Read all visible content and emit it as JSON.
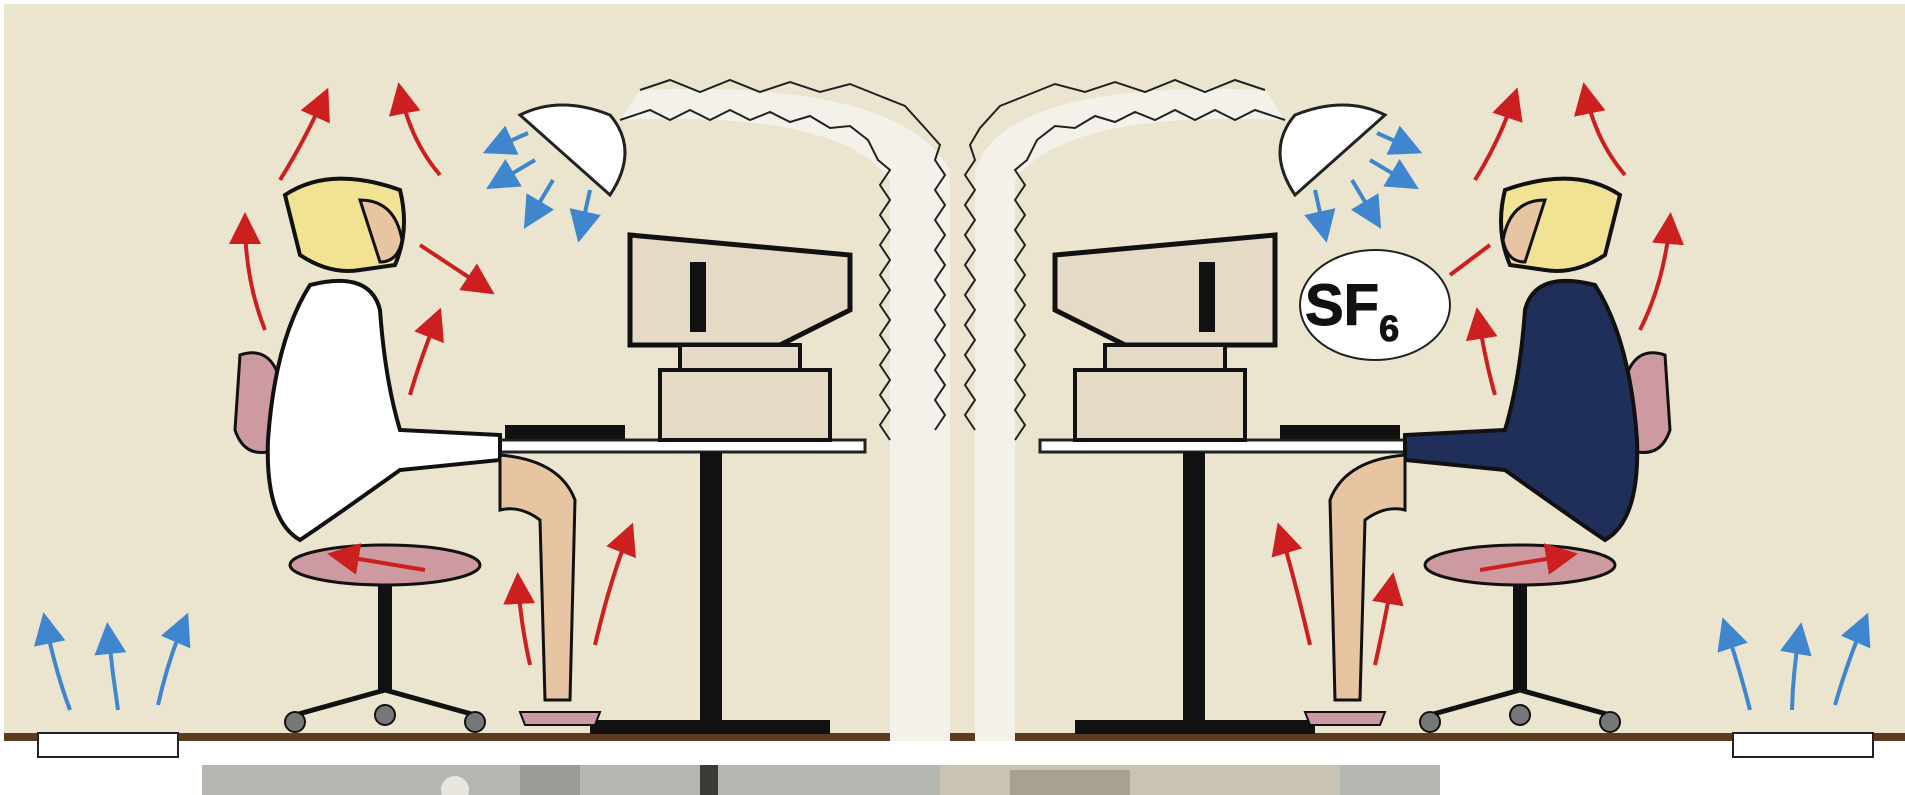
{
  "tracer_gas": {
    "label_main": "SF",
    "label_sub": "6"
  },
  "colors": {
    "wall": "#ebe5cf",
    "floor": "#5c3b1f",
    "warm_arrow": "#cc1f1f",
    "cool_arrow": "#3f86cf",
    "white_shirt": "#ffffff",
    "navy_suit": "#1f2f5a",
    "hair": "#f2e394",
    "skin": "#e7c4a2",
    "seat": "#cc9aa0",
    "monitor": "#e4dac6",
    "photo_wall": "#b7b7b2",
    "photo_dark": "#3a3a36"
  },
  "icons": [
    "warm-air-arrow",
    "cool-air-arrow",
    "ceiling-lamp",
    "computer-monitor",
    "office-chair",
    "floor-vent",
    "exhaust-duct"
  ]
}
